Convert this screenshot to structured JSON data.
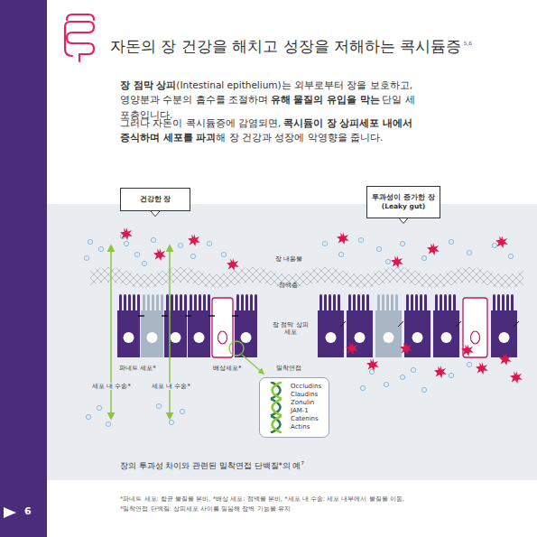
{
  "diagram": {
    "title": "자돈의 장 건강을 해치고 성장을 저해하는 콕시듐증",
    "caption": "장의 투과성 차이와 관련된 밀착연접 단백질*의 예",
    "nodes": [
      {
        "text": [
          "건강한 장"
        ]
      },
      {
        "text": [
          "투과성이 증가한 장 (Leaky gut)"
        ]
      },
      {
        "text": [
          "Occludins",
          "Claudins",
          "Zonulin",
          "JAM-1",
          "Catenins",
          "Actins"
        ]
      }
    ],
    "labels": [
      "5,6",
      "장 점막 상피",
      "(Intestinal epithelium)는 외부로부터 장을 보호하고, 영양분과 수분의 흡수를 조절하며",
      "유해 물질의 유입을 막는",
      "단일 세포층입니다.",
      "그러나 자돈이 콕시듐증에 감염되면,",
      "콕시듐이 장 상피세포 내에서 증식하며 세포를 파괴",
      "해 장 건강과 성장에 악영향을 줍니다.",
      "장 내용물",
      "점액층",
      "장 점막 상피 세포",
      "파네트 세포*",
      "배상세포*",
      "밀착연접",
      "세포 내 수송*",
      "세포 내 수송*",
      "7",
      "*파네트 세포: 항균 물질을 분비, *배상 세포: 점액을 분비, *세포 내 수송: 세포 내부에서 물질을 이동,",
      "*밀착연접 단백질: 상피세포 사이를 밀봉해 장벽 기능을 유지",
      "6"
    ]
  }
}
